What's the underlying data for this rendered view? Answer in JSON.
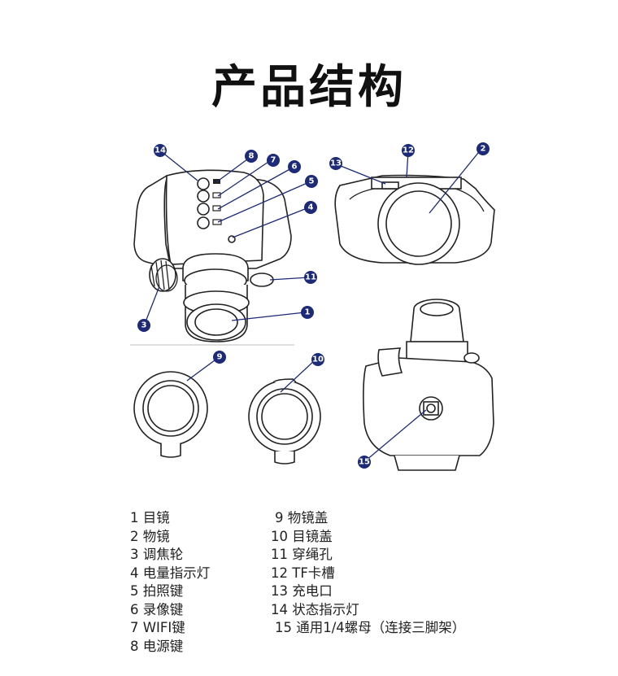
{
  "title": "产品结构",
  "callouts": [
    "1",
    "2",
    "3",
    "4",
    "5",
    "6",
    "7",
    "8",
    "9",
    "10",
    "11",
    "12",
    "13",
    "14",
    "15"
  ],
  "legend_left": [
    "1 目镜",
    "2 物镜",
    "3 调焦轮",
    "4 电量指示灯",
    "5 拍照键",
    "6 录像键",
    "7 WIFI键",
    "8 电源键"
  ],
  "legend_right": [
    "9 物镜盖",
    "10 目镜盖",
    "11 穿绳孔",
    "12 TF卡槽",
    "13 充电口",
    "14 状态指示灯",
    "15 通用1/4螺母（连接三脚架）"
  ],
  "colors": {
    "callout": "#1c2a78",
    "line": "#222222"
  }
}
